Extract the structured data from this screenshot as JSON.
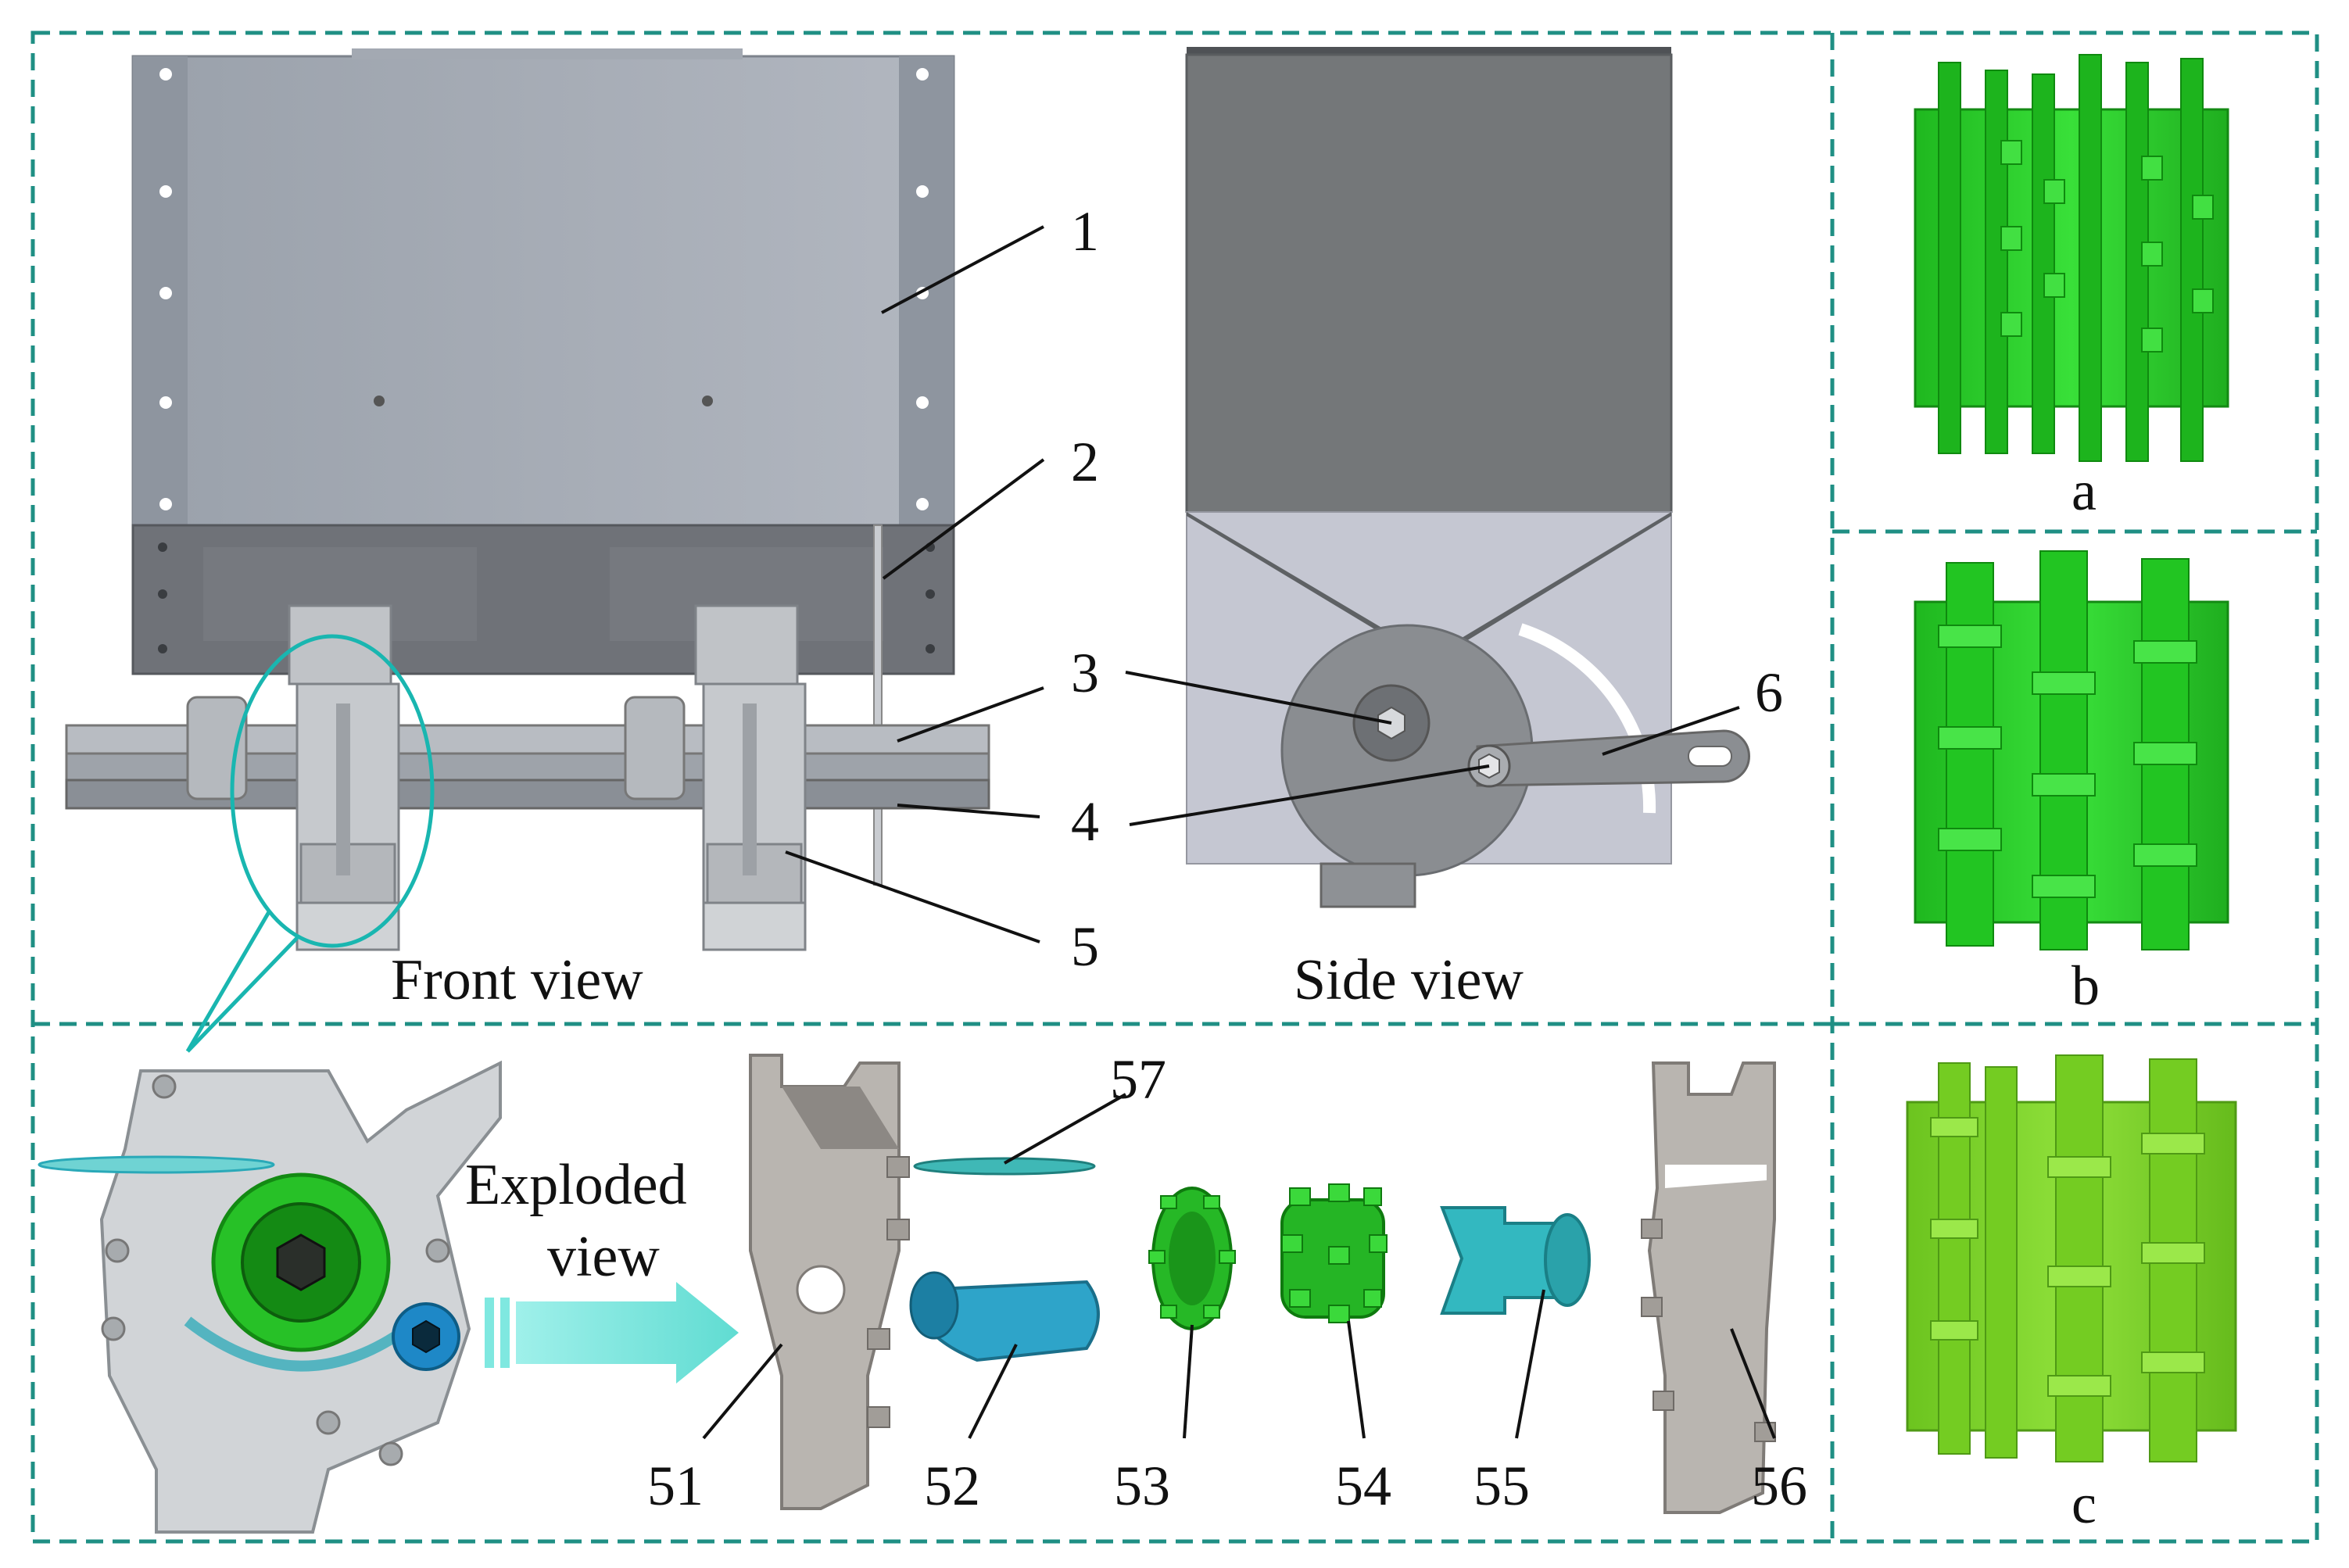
{
  "callouts": {
    "n1": "1",
    "n2": "2",
    "n3": "3",
    "n4": "4",
    "n5": "5",
    "n6": "6",
    "n51": "51",
    "n52": "52",
    "n53": "53",
    "n54": "54",
    "n55": "55",
    "n56": "56",
    "n57": "57"
  },
  "captions": {
    "front_view": "Front view",
    "side_view": "Side view",
    "exploded_line1": "Exploded",
    "exploded_line2": "view"
  },
  "roller_labels": {
    "a": "a",
    "b": "b",
    "c": "c"
  },
  "colors": {
    "frame_dash": "#1f8f84",
    "hopper_light": "#a7adb6",
    "hopper_dark": "#6f7278",
    "roller_green": "#2fd12f",
    "roller_lime": "#7fd82a",
    "part_cyan": "#2aa9b8",
    "part_grey": "#b7b3ae",
    "arrow_cyan": "#7fe8e0"
  }
}
